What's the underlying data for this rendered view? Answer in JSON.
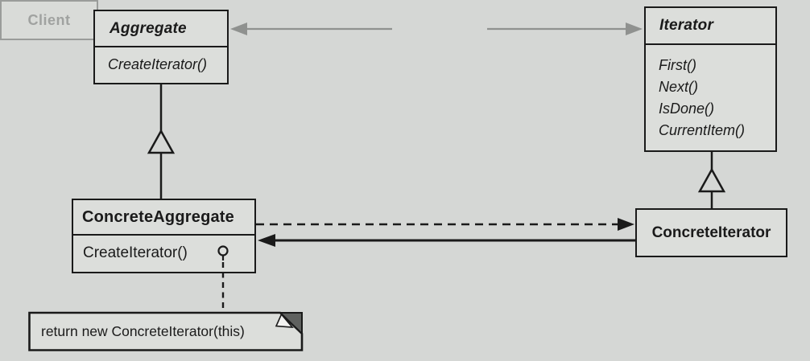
{
  "diagram_type": "UML class diagram - Iterator design pattern structure",
  "colors": {
    "background": "#d5d7d5",
    "box_fill": "#dcdedb",
    "line_black": "#1a1a1a",
    "line_gray": "#8f918f",
    "client_gray": "#a0a2a0",
    "note_fold_dark": "#5f615f",
    "note_fold_light": "#f2f2f0"
  },
  "classes": {
    "aggregate": {
      "name": "Aggregate",
      "abstract": true,
      "methods": [
        "CreateIterator()"
      ]
    },
    "client": {
      "name": "Client"
    },
    "iterator": {
      "name": "Iterator",
      "abstract": true,
      "methods": [
        "First()",
        "Next()",
        "IsDone()",
        "CurrentItem()"
      ]
    },
    "concrete_aggregate": {
      "name": "ConcreteAggregate",
      "abstract": false,
      "methods": [
        "CreateIterator()"
      ]
    },
    "concrete_iterator": {
      "name": "ConcreteIterator",
      "abstract": false
    }
  },
  "note": {
    "text": "return new ConcreteIterator(this)"
  },
  "relationships": [
    {
      "from": "Client",
      "to": "Aggregate",
      "type": "association",
      "style": "gray-arrow"
    },
    {
      "from": "Client",
      "to": "Iterator",
      "type": "association",
      "style": "gray-arrow"
    },
    {
      "from": "ConcreteAggregate",
      "to": "Aggregate",
      "type": "inheritance",
      "style": "hollow-triangle"
    },
    {
      "from": "ConcreteIterator",
      "to": "Iterator",
      "type": "inheritance",
      "style": "hollow-triangle"
    },
    {
      "from": "ConcreteAggregate",
      "to": "ConcreteIterator",
      "type": "creates",
      "style": "dashed-arrow"
    },
    {
      "from": "ConcreteIterator",
      "to": "ConcreteAggregate",
      "type": "association",
      "style": "solid-arrow"
    },
    {
      "from": "ConcreteAggregate.CreateIterator()",
      "to": "note",
      "type": "note-anchor",
      "style": "circle-dashed"
    }
  ]
}
